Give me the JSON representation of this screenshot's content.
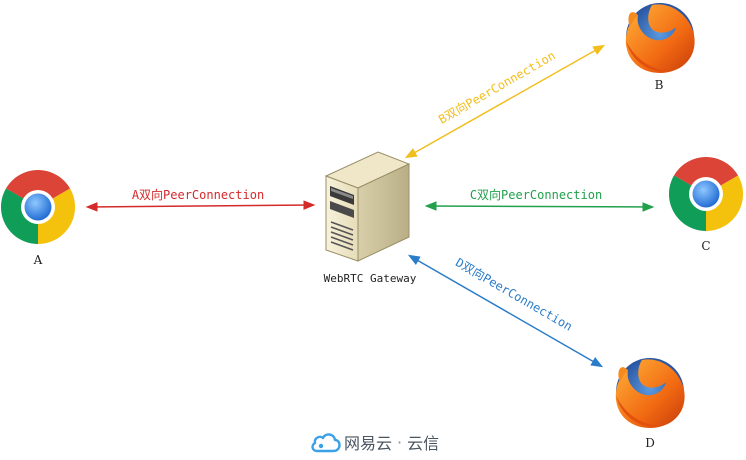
{
  "nodes": {
    "a": {
      "label": "A",
      "browser": "chrome-icon"
    },
    "b": {
      "label": "B",
      "browser": "firefox-icon"
    },
    "c": {
      "label": "C",
      "browser": "chrome-icon"
    },
    "d": {
      "label": "D",
      "browser": "firefox-icon"
    },
    "gateway": {
      "label": "WebRTC Gateway",
      "icon": "server-icon"
    }
  },
  "edges": {
    "a": {
      "label": "A双向PeerConnection",
      "color": "#d42a2a"
    },
    "b": {
      "label": "B双向PeerConnection",
      "color": "#f2be1c"
    },
    "c": {
      "label": "C双向PeerConnection",
      "color": "#22a04c"
    },
    "d": {
      "label": "D双向PeerConnection",
      "color": "#2a7cc8"
    }
  },
  "brand": {
    "name": "网易云",
    "product": "云信"
  }
}
